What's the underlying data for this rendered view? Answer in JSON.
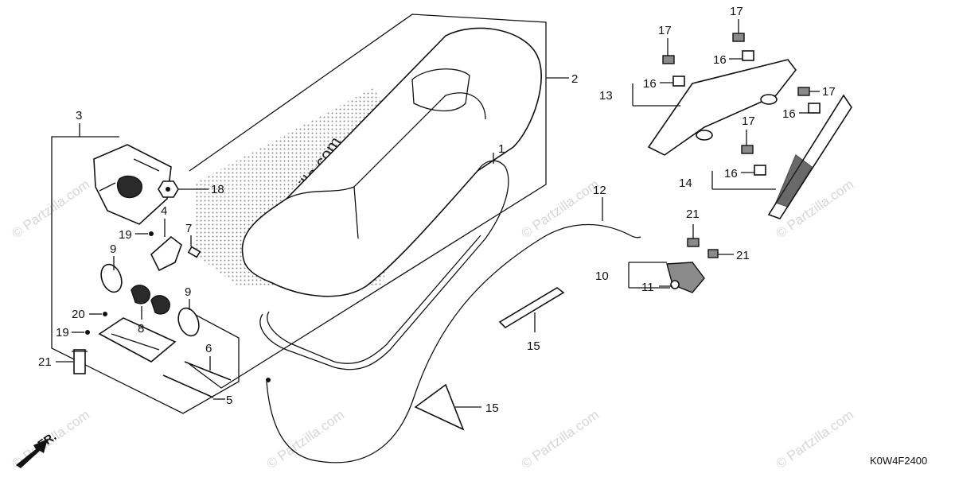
{
  "callouts": [
    "1",
    "2",
    "3",
    "4",
    "5",
    "6",
    "7",
    "8",
    "9",
    "9",
    "10",
    "11",
    "12",
    "13",
    "14",
    "15",
    "15",
    "16",
    "16",
    "16",
    "16",
    "17",
    "17",
    "17",
    "17",
    "18",
    "19",
    "19",
    "20",
    "21",
    "21",
    "21"
  ],
  "drawing_code": "K0W4F2400",
  "front_marker": "FR.",
  "watermark": "© Partzilla.com"
}
